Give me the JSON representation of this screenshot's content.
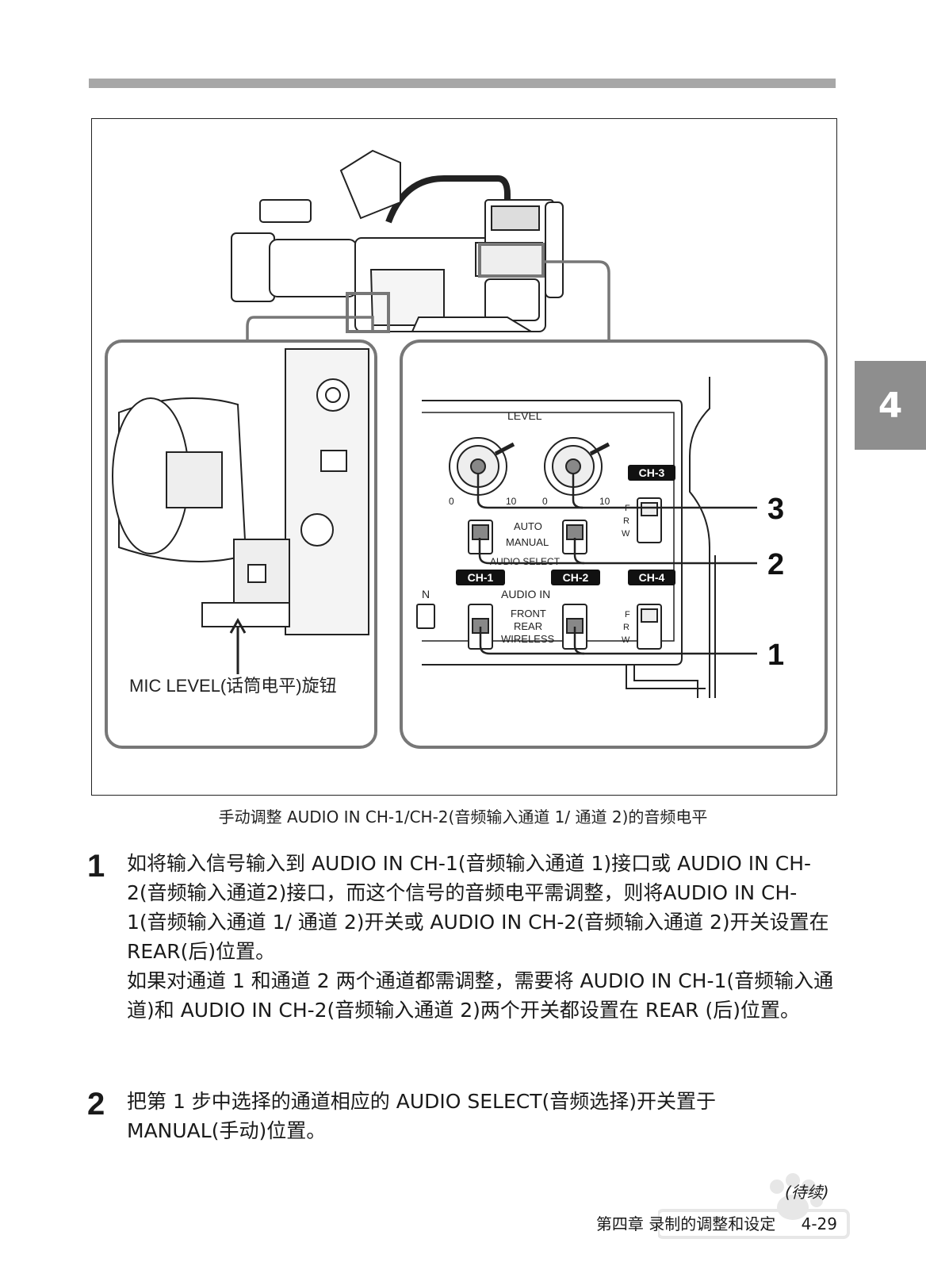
{
  "chapter_tab": "4",
  "figure": {
    "labels": {
      "level": "LEVEL",
      "ch3": "CH-3",
      "ch1": "CH-1",
      "ch2": "CH-2",
      "ch4": "CH-4",
      "auto": "AUTO",
      "manual": "MANUAL",
      "audio_select": "AUDIO SELECT",
      "audio_in": "AUDIO IN",
      "front": "FRONT",
      "rear": "REAR",
      "wireless": "WIRELESS",
      "f": "F",
      "r": "R",
      "w": "W",
      "n": "N",
      "dial_min": "0",
      "dial_max": "10",
      "callout_1": "1",
      "callout_2": "2",
      "callout_3": "3",
      "mic_level": "MIC LEVEL(话筒电平)旋钮"
    },
    "caption": "手动调整 AUDIO IN CH-1/CH-2(音频输入通道 1/ 通道 2)的音频电平"
  },
  "steps": [
    {
      "number": "1",
      "paragraphs": [
        "如将输入信号输入到 AUDIO IN CH-1(音频输入通道 1)接口或 AUDIO IN CH-2(音频输入通道2)接口，而这个信号的音频电平需调整，则将AUDIO IN CH-1(音频输入通道 1/ 通道 2)开关或 AUDIO IN CH-2(音频输入通道 2)开关设置在 REAR(后)位置。",
        "如果对通道 1 和通道 2 两个通道都需调整，需要将 AUDIO IN CH-1(音频输入通道)和 AUDIO IN CH-2(音频输入通道 2)两个开关都设置在 REAR (后)位置。"
      ]
    },
    {
      "number": "2",
      "paragraphs": [
        "把第 1 步中选择的通道相应的 AUDIO SELECT(音频选择)开关置于 MANUAL(手动)位置。"
      ]
    }
  ],
  "footer": {
    "continued": "(待续)",
    "chapter": "第四章 录制的调整和设定",
    "page": "4-29"
  }
}
